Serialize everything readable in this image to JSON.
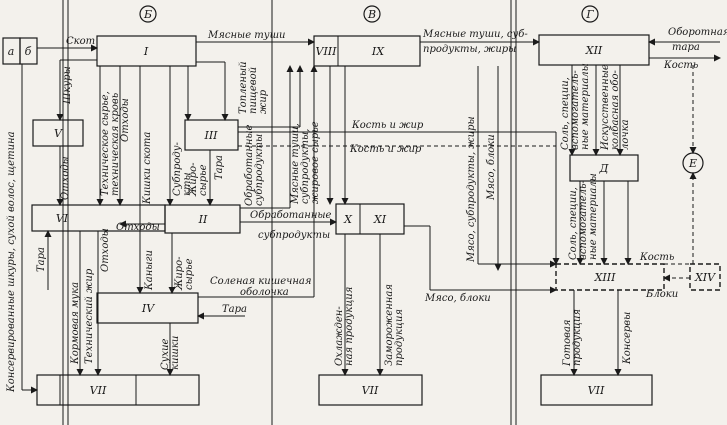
{
  "zones": [
    "Б",
    "В",
    "Г"
  ],
  "boxes": {
    "a": "а",
    "b": "б",
    "I": "I",
    "II": "II",
    "III": "III",
    "IV": "IV",
    "V": "V",
    "VI": "VI",
    "VII_left": "VII",
    "VII_mid": "VII",
    "VII_right": "VII",
    "VIII": "VIII",
    "IX": "IX",
    "X": "X",
    "XI": "XI",
    "XII": "XII",
    "XIII": "XIII",
    "XIV": "XIV",
    "D": "Д",
    "E": "Е"
  },
  "labels": {
    "skot": "Скот",
    "myasnye_tushi_top": "Мясные туши",
    "myasnye_tushi_sub": "Мясные туши, суб-",
    "produkty_zhiry": "продукты, жиры",
    "oborotnaya": "Оборотная",
    "tara_top": "тара",
    "kost_right": "Кость",
    "shkury": "Шкуры",
    "tekh_syrye": "Техническое сырье,",
    "tekh_krov": "техническая кровь",
    "othody_v": "Отходы",
    "kishki_skota": "Кишки скота",
    "toplenyy": "Топленый",
    "pishchevoy": "пищевой",
    "zhir": "жир",
    "othody_vi": "Отходы",
    "othody_arrow": "Отходы",
    "subprodu": "Субпроду-",
    "kty": "кты",
    "zhiro": "Жиро-",
    "syrye": "сырье",
    "tara_iii": "Тара",
    "obrab_sub_v": "Обработанные",
    "subprodukty_v": "субпродукты",
    "myas_tushi_v": "Мясные туши,",
    "subprodukty_v2": "субпродукты,",
    "zhirovoe_syrye": "жировое сырье",
    "kost_zhir_1": "Кость и жир",
    "kost_zhir_2": "Кость и жир",
    "obrab_sub_h": "Обработанные",
    "subprodukty_h": "субпродукты",
    "myaso_subprod_zhiry": "Мясо, субпродукты, жиры",
    "myaso_bloki_v": "Мясо, блоки",
    "sol_spetsii_1": "Соль, специи,",
    "vspomog_1": "вспомогатель-",
    "nye_mat_1": "ные материалы",
    "iskusstv": "Искусственные",
    "oboloch": "колбасная обо-",
    "lochka": "лочка",
    "sol_spetsii_2": "Соль, специи,",
    "vspomog_2": "вспомогатель-",
    "nye_mat_2": "ные материалы",
    "kost_xiii": "Кость",
    "bloki": "Блоки",
    "tara_left": "Тара",
    "kormovaya": "Кормовая мука",
    "tekh_zhir": "Технический жир",
    "othody_iv": "Отходы",
    "kanygi": "Каныги",
    "zhiro_iv": "Жиро-",
    "syrye_iv": "сырье",
    "solenaya": "Соленая кишечная",
    "obolochka": "оболочка",
    "tara_iv": "Тара",
    "sukhie": "Сухие",
    "kishki": "кишки",
    "konserv_long": "Консервированные шкуры, сухой волос, щетина",
    "okhlazhd_1": "Охлажден-",
    "okhlazhd_2": "ная продукция",
    "zamoroz_1": "Замороженная",
    "zamoroz_2": "продукция",
    "myaso_bloki_h": "Мясо, блоки",
    "gotovaya_1": "Готовая",
    "gotovaya_2": "продукция",
    "konservy": "Консервы"
  }
}
